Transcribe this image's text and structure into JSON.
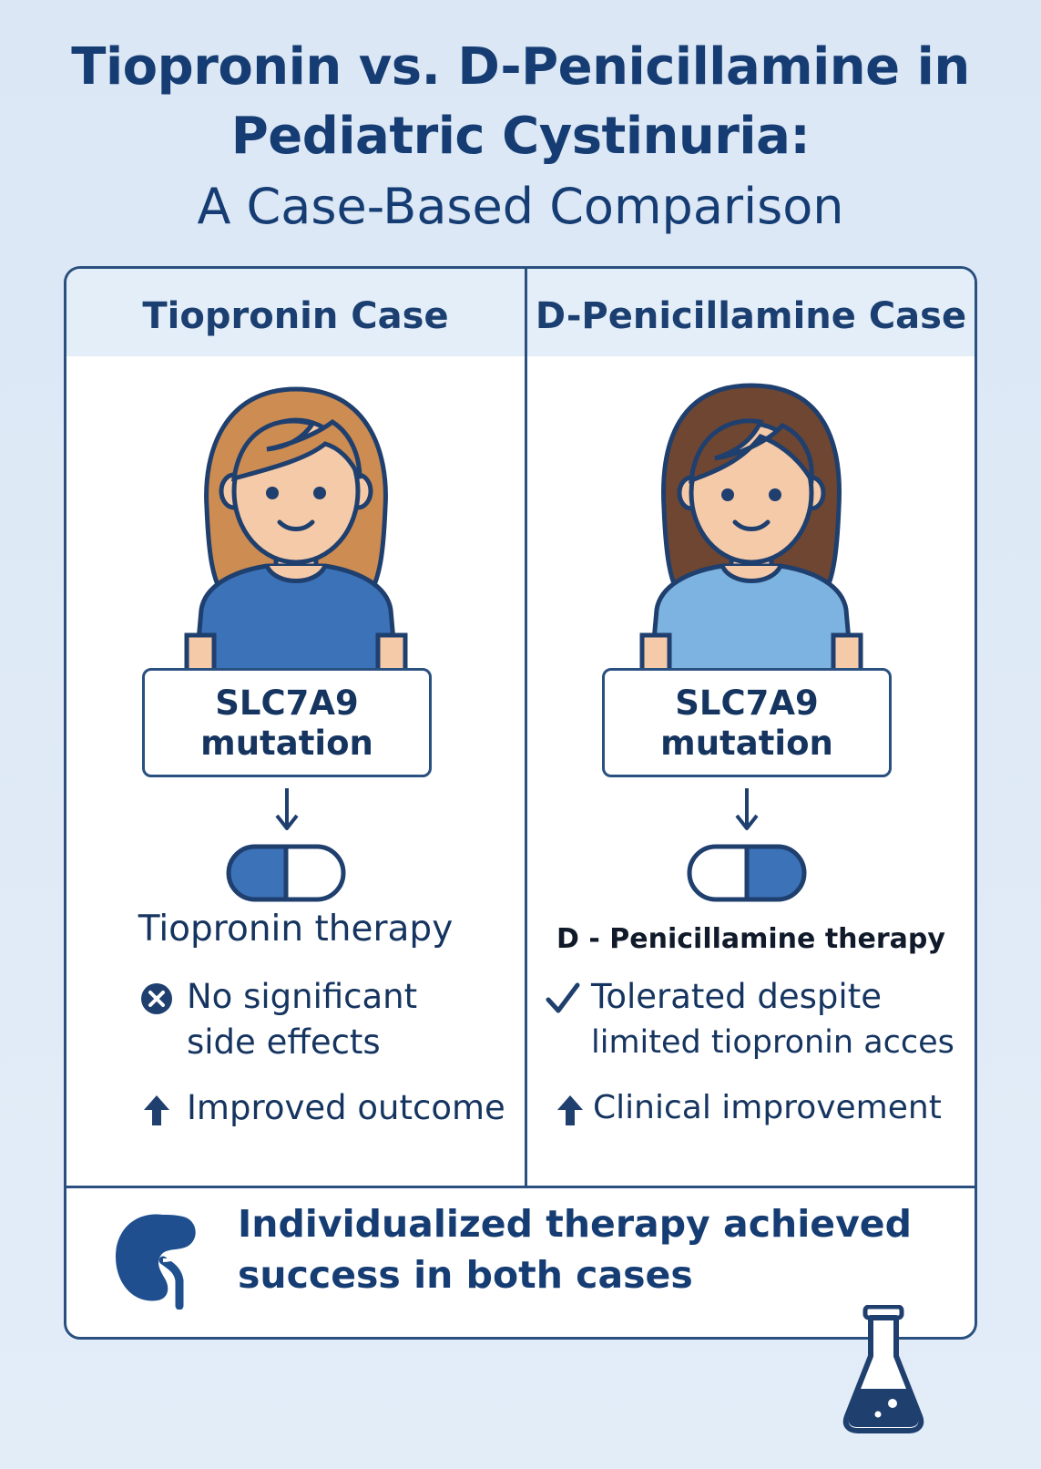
{
  "title_line1": "Tiopronin vs. D-Penicillamine in",
  "title_line2": "Pediatric Cystinuria:",
  "subtitle": "A Case-Based Comparison",
  "cases": [
    {
      "heading": "Tiopronin Case",
      "mutation_line1": "SLC7A9",
      "mutation_line2": "mutation",
      "therapy": "Tiopronin therapy",
      "bullet1_icon": "x-circle-icon",
      "bullet1_line1": "No significant",
      "bullet1_line2": "side effects",
      "bullet2_icon": "up-arrow-icon",
      "bullet2": "Improved outcome"
    },
    {
      "heading": "D-Penicillamine Case",
      "mutation_line1": "SLC7A9",
      "mutation_line2": "mutation",
      "therapy": "D - Penicillamine therapy",
      "bullet1_icon": "check-icon",
      "bullet1_line1": "Tolerated despite",
      "bullet1_line2": "limited tiopronin acces",
      "bullet2_icon": "up-arrow-icon",
      "bullet2": "Clinical improvement"
    }
  ],
  "footer_line1": "Individualized therapy achieved",
  "footer_line2": "success in both cases",
  "colors": {
    "navy": "#163d73",
    "accent_blue": "#3b72b8",
    "light_shirt": "#7db3e0",
    "skin": "#f5caa8",
    "hair_light": "#cc8c52",
    "hair_dark": "#6e4632"
  }
}
